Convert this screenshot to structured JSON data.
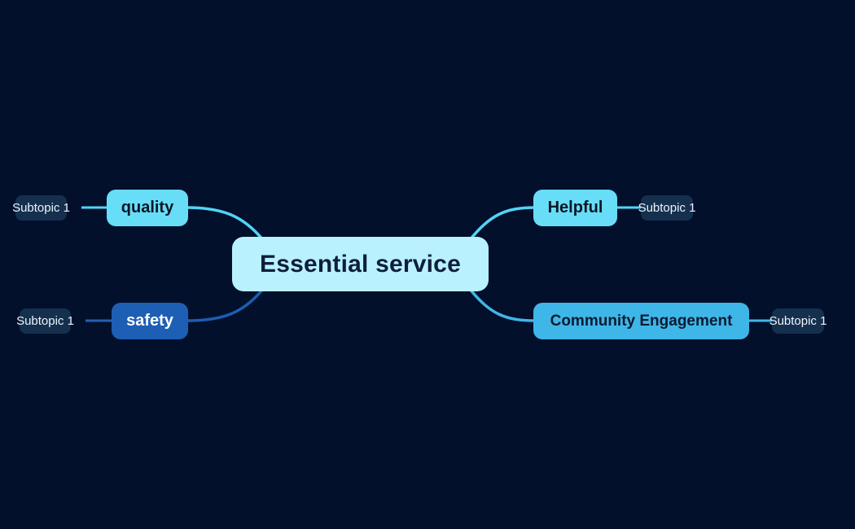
{
  "mindmap": {
    "background_color": "#02102c",
    "root": {
      "label": "Essential service",
      "fill": "#b9f1fe",
      "text_color": "#0e1e3c"
    },
    "branches": [
      {
        "label": "quality",
        "side": "left",
        "fill": "#68ddf8",
        "text_color": "#0a1626",
        "line_color": "#52d4f6",
        "subtopics": [
          {
            "label": "Subtopic 1"
          }
        ]
      },
      {
        "label": "safety",
        "side": "left",
        "fill": "#1d5fb4",
        "text_color": "#ffffff",
        "line_color": "#1d5fb4",
        "subtopics": [
          {
            "label": "Subtopic 1"
          }
        ]
      },
      {
        "label": "Helpful",
        "side": "right",
        "fill": "#68ddf8",
        "text_color": "#0a1626",
        "line_color": "#52d4f6",
        "subtopics": [
          {
            "label": "Subtopic 1"
          }
        ]
      },
      {
        "label": "Community Engagement",
        "side": "right",
        "fill": "#3fb6e8",
        "text_color": "#0b1b30",
        "line_color": "#41b6e6",
        "subtopics": [
          {
            "label": "Subtopic 1"
          }
        ]
      }
    ],
    "subtopic_style": {
      "fill": "#14304e",
      "text_color": "#eef4fb"
    }
  }
}
